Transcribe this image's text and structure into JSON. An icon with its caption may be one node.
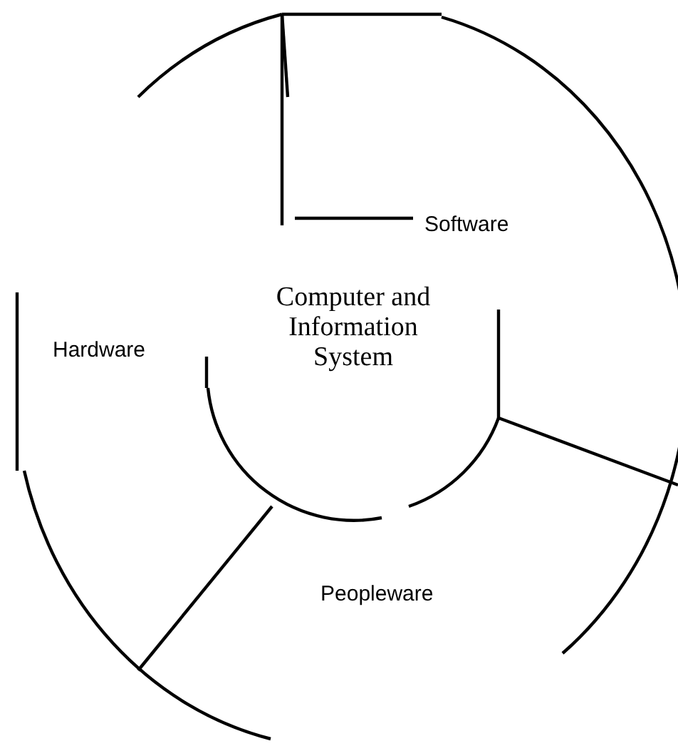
{
  "diagram": {
    "nodes": [
      {
        "text": [
          "Software"
        ]
      },
      {
        "text": [
          "Computer and Information System"
        ]
      },
      {
        "text": [
          "Hardware"
        ]
      },
      {
        "text": [
          "Peopleware"
        ]
      }
    ]
  }
}
